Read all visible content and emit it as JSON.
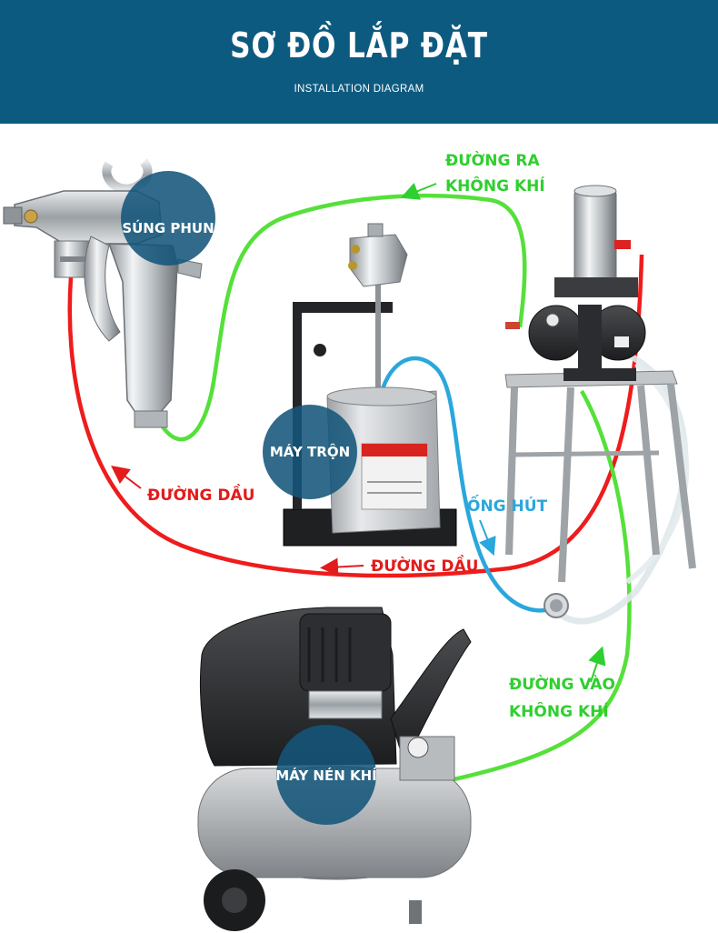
{
  "header": {
    "title": "SƠ ĐỒ LẮP ĐẶT",
    "subtitle": "INSTALLATION DIAGRAM"
  },
  "devices": {
    "spray_gun": "SÚNG PHUN",
    "mixer": "MÁY TRỘN",
    "compressor": "MÁY NÉN KHÍ"
  },
  "lines": {
    "air_out": [
      "ĐƯỜNG RA",
      "KHÔNG KHÍ"
    ],
    "oil_left": "ĐƯỜNG DẦU",
    "oil_bottom": "ĐƯỜNG DẦU",
    "suction": "ỐNG HÚT",
    "air_in": [
      "ĐƯỜNG VÀO",
      "KHÔNG KHÍ"
    ]
  },
  "colors": {
    "header_bg": "#0d5a80",
    "circle": "#15557a",
    "air_line": "#55e03a",
    "oil_line": "#ee1c1c",
    "suction_line": "#2aa7dc",
    "air_label": "#2fcf2f",
    "oil_label": "#e31b1b",
    "suction_label": "#2aa7dc"
  }
}
